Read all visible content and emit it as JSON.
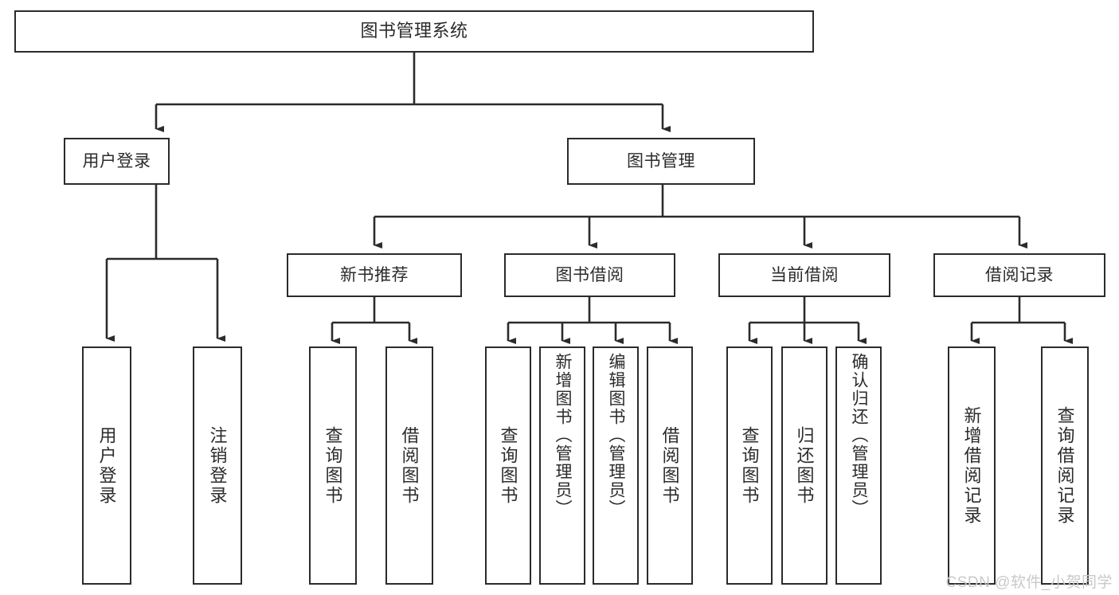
{
  "diagram": {
    "type": "tree",
    "title": "图书管理系统",
    "orientation": "top-down",
    "colors": {
      "box_border": "#2b2b2b",
      "box_fill": "#ffffff",
      "connector": "#2b2b2b",
      "watermark": "#c9c9c9",
      "background": "#ffffff"
    }
  },
  "root": {
    "label": "图书管理系统"
  },
  "level1": [
    {
      "id": "user-login",
      "label": "用户登录"
    },
    {
      "id": "book-manage",
      "label": "图书管理"
    }
  ],
  "level2": [
    {
      "id": "new-book-recommend",
      "label": "新书推荐"
    },
    {
      "id": "book-borrow",
      "label": "图书借阅"
    },
    {
      "id": "current-borrow",
      "label": "当前借阅"
    },
    {
      "id": "borrow-record",
      "label": "借阅记录"
    }
  ],
  "leaves": [
    {
      "id": "leaf-user-login",
      "parent": "user-login",
      "label": "用户登录"
    },
    {
      "id": "leaf-user-logout",
      "parent": "user-login",
      "label": "注销登录"
    },
    {
      "id": "leaf-query-book-1",
      "parent": "new-book-recommend",
      "label": "查询图书"
    },
    {
      "id": "leaf-borrow-book-1",
      "parent": "new-book-recommend",
      "label": "借阅图书"
    },
    {
      "id": "leaf-query-book-2",
      "parent": "book-borrow",
      "label": "查询图书"
    },
    {
      "id": "leaf-add-book",
      "parent": "book-borrow",
      "label": "新增图书（管理员）"
    },
    {
      "id": "leaf-edit-book",
      "parent": "book-borrow",
      "label": "编辑图书（管理员）"
    },
    {
      "id": "leaf-borrow-book-2",
      "parent": "book-borrow",
      "label": "借阅图书"
    },
    {
      "id": "leaf-query-book-3",
      "parent": "current-borrow",
      "label": "查询图书"
    },
    {
      "id": "leaf-return-book",
      "parent": "current-borrow",
      "label": "归还图书"
    },
    {
      "id": "leaf-confirm-return",
      "parent": "current-borrow",
      "label": "确认归还（管理员）"
    },
    {
      "id": "leaf-add-record",
      "parent": "borrow-record",
      "label": "新增借阅记录"
    },
    {
      "id": "leaf-query-record",
      "parent": "borrow-record",
      "label": "查询借阅记录"
    }
  ],
  "watermark": {
    "text": "CSDN @软件_小贺同学"
  }
}
